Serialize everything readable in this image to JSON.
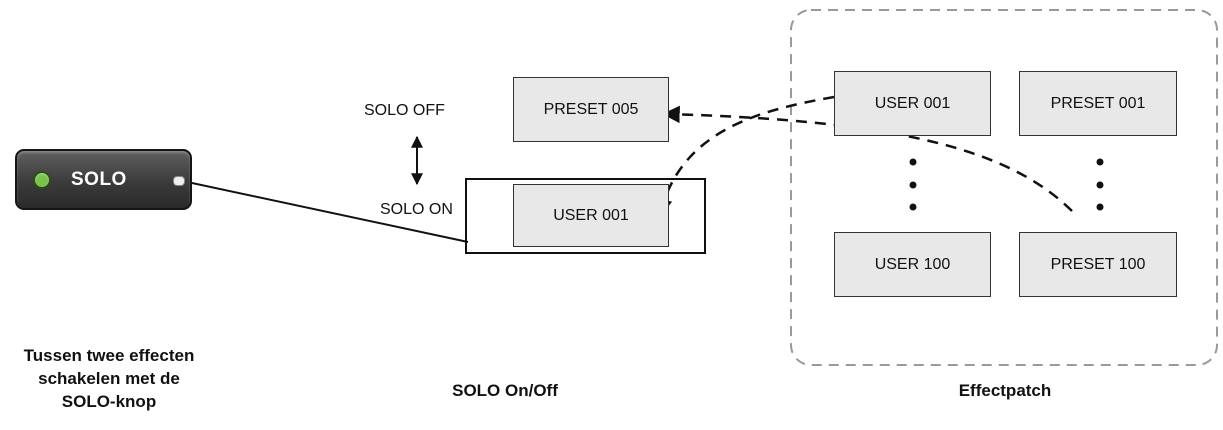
{
  "solo_button": {
    "label": "SOLO",
    "led_color": "#7ac24a"
  },
  "solo_states": {
    "off": "SOLO OFF",
    "on": "SOLO ON"
  },
  "solo_patches": {
    "off_patch": "PRESET 005",
    "on_patch": "USER 001"
  },
  "effect_patches": {
    "user_first": "USER 001",
    "preset_first": "PRESET 001",
    "user_last": "USER 100",
    "preset_last": "PRESET 100"
  },
  "captions": {
    "left": [
      "Tussen twee effecten",
      "schakelen met de",
      "SOLO-knop"
    ],
    "middle": "SOLO On/Off",
    "right": "Effectpatch"
  }
}
